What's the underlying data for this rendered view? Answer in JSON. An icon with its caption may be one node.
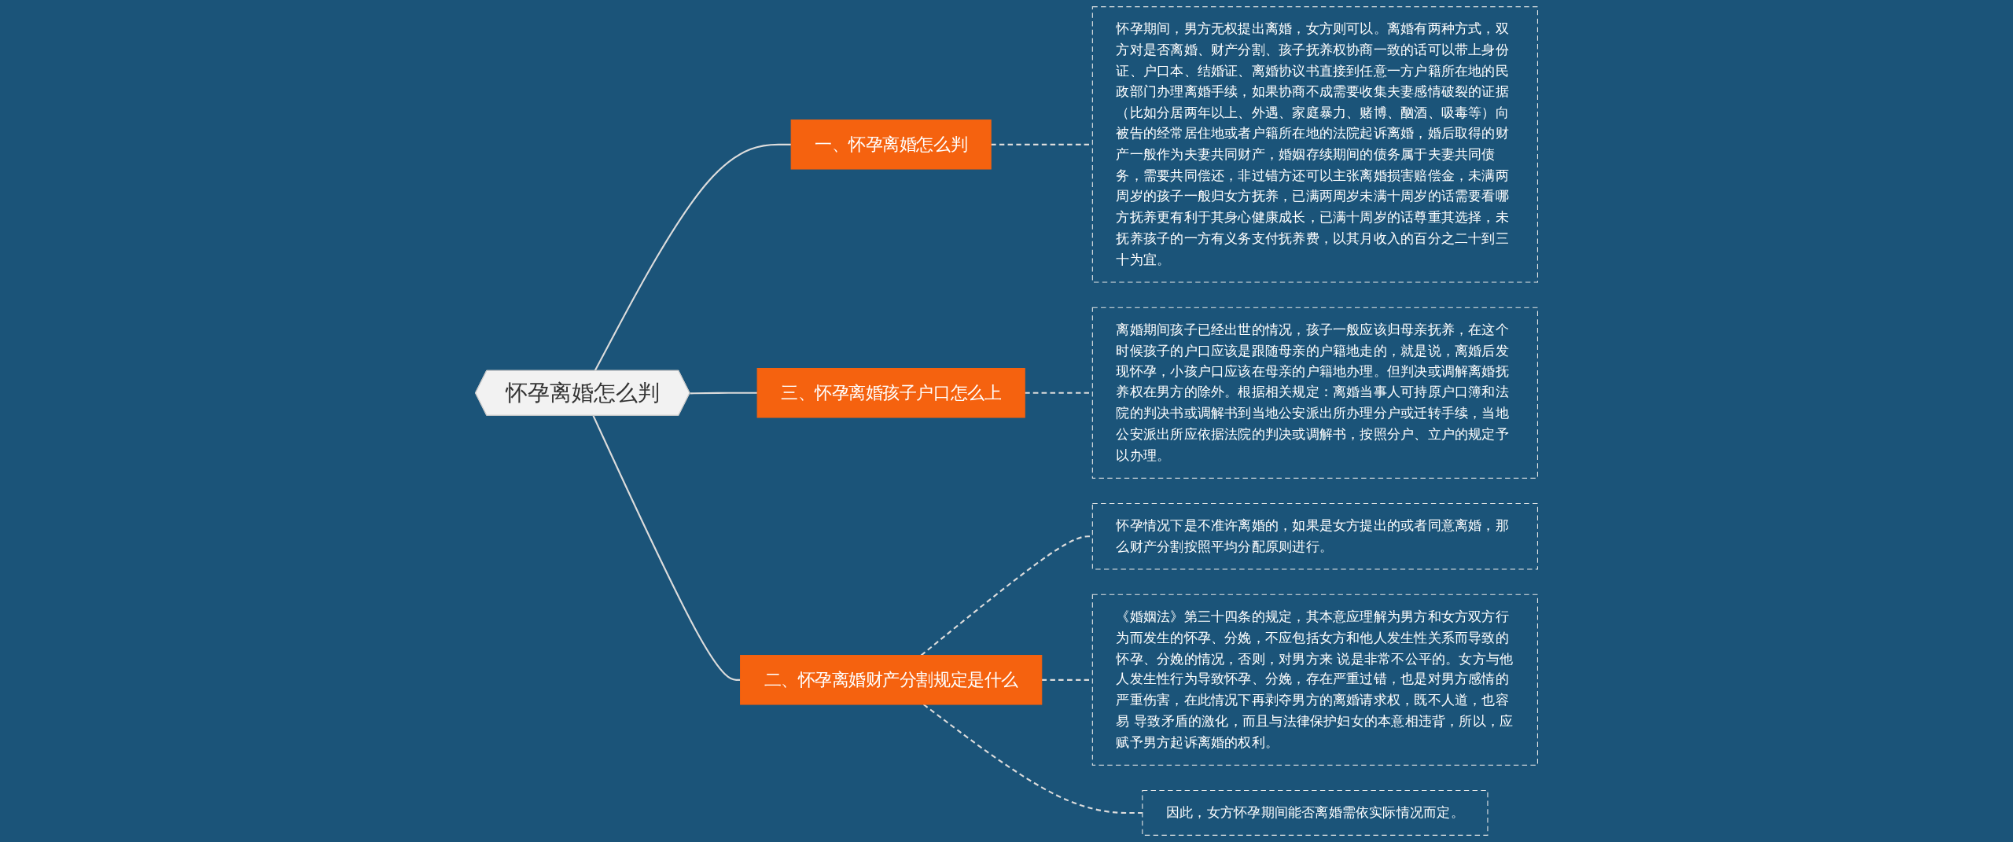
{
  "diagram": {
    "nodes": [
      {
        "text": [
          "怀孕离婚怎么判"
        ]
      },
      {
        "text": [
          "一、怀孕离婚怎么判"
        ]
      },
      {
        "text": [
          "怀孕期间，男方无权提出离婚，女方则可以。离婚有两种方式，双方对是否离婚、财产分割、孩子抚养权协商一致的话可以带上身份证、户口本、结婚证、离婚协议书直接到任意一方户籍所在地的民政部门办理离婚手续，如果协商不成需要收集夫妻感情破裂的证据（比如分居两年以上、外遇、家庭暴力、赌博、酗酒、吸毒等）向被告的经常居住地或者户籍所在地的法院起诉离婚，婚后取得的财产一般作为夫妻共同财产，婚姻存续期间的债务属于夫妻共同债务，需要共同偿还，非过错方还可以主张离婚损害赔偿金，未满两周岁的孩子一般归女方抚养，已满两周岁未满十周岁的话需要看哪方抚养更有利于其身心健康成长，已满十周岁的话尊重其选择，未抚养孩子的一方有义务支付抚养费，以其月收入的百分之二十到三十为宜。"
        ]
      },
      {
        "text": [
          "三、怀孕离婚孩子户口怎么上"
        ]
      },
      {
        "text": [
          "离婚期间孩子已经出世的情况，孩子一般应该归母亲抚养，在这个时候孩子的户口应该是跟随母亲的户籍地走的，就是说，离婚后发现怀孕，小孩户口应该在母亲的户籍地办理。但判决或调解离婚抚养权在男方的除外。根据相关规定：离婚当事人可持原户口簿和法院的判决书或调解书到当地公安派出所办理分户或迁转手续，当地公安派出所应依据法院的判决或调解书，按照分户、立户的规定予以办理。"
        ]
      },
      {
        "text": [
          "二、怀孕离婚财产分割规定是什么"
        ]
      },
      {
        "text": [
          "怀孕情况下是不准许离婚的，如果是女方提出的或者同意离婚，那么财产分割按照平均分配原则进行。"
        ]
      },
      {
        "text": [
          "《婚姻法》第三十四条的规定，其本意应理解为男方和女方双方行为而发生的怀孕、分娩，不应包括女方和他人发生性关系而导致的怀孕、分娩的情况，否则，对男方来 说是非常不公平的。女方与他人发生性行为导致怀孕、分娩，存在严重过错，也是对男方感情的严重伤害，在此情况下再剥夺男方的离婚请求权，既不人道，也容易 导致矛盾的激化，而且与法律保护妇女的本意相违背，所以，应赋予男方起诉离婚的权利。"
        ]
      },
      {
        "text": [
          "因此，女方怀孕期间能否离婚需依实际情况而定。"
        ]
      }
    ],
    "edges": [
      {
        "from": 0,
        "to": 1,
        "arrow": "none"
      },
      {
        "from": 1,
        "to": 2,
        "arrow": "none",
        "style": "dashed"
      },
      {
        "from": 0,
        "to": 3,
        "arrow": "none"
      },
      {
        "from": 3,
        "to": 4,
        "arrow": "none",
        "style": "dashed"
      },
      {
        "from": 0,
        "to": 5,
        "arrow": "none"
      },
      {
        "from": 5,
        "to": 6,
        "arrow": "none",
        "style": "dashed"
      },
      {
        "from": 5,
        "to": 7,
        "arrow": "none",
        "style": "dashed"
      },
      {
        "from": 5,
        "to": 8,
        "arrow": "none",
        "style": "dashed"
      }
    ]
  }
}
